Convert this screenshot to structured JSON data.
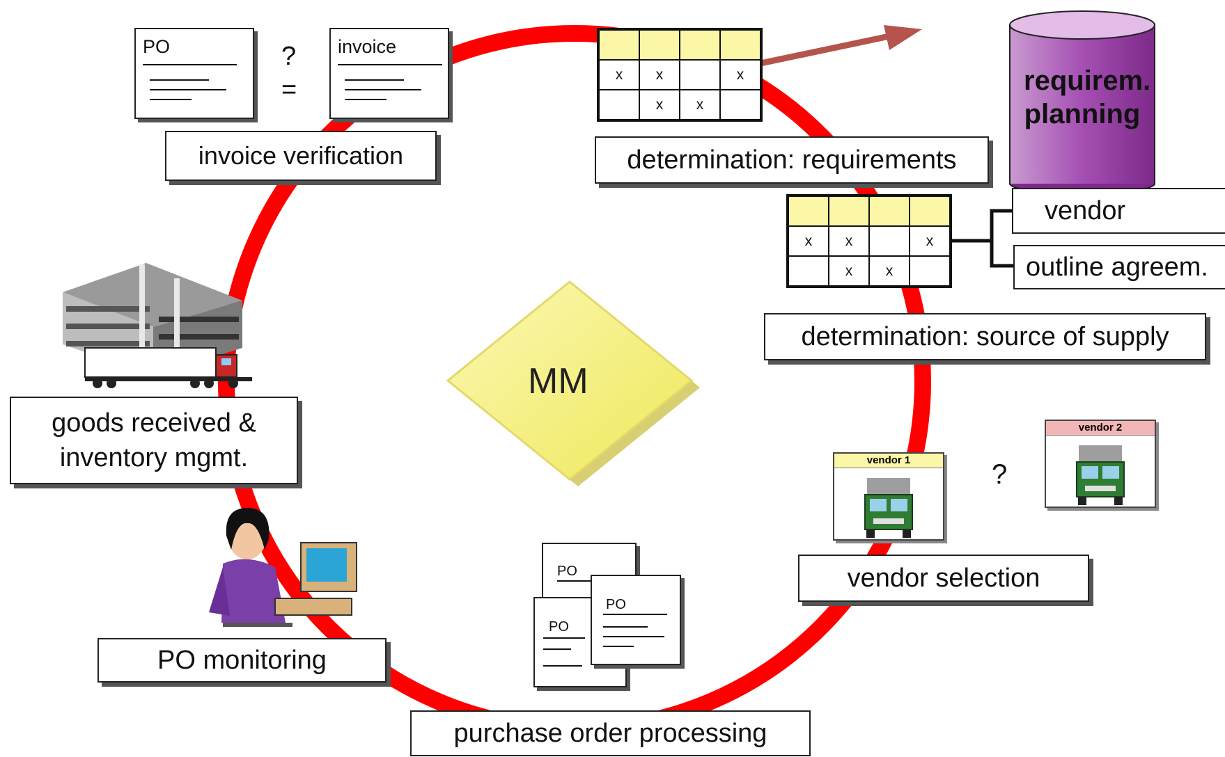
{
  "center": {
    "label": "MM"
  },
  "labels": {
    "invoice_verification": "invoice verification",
    "determination_requirements": "determination:  requirements",
    "vendor": "vendor",
    "outline_agreement": "outline  agreem.",
    "determination_source": "determination:  source of supply",
    "vendor_selection": "vendor  selection",
    "purchase_order_processing": "purchase  order processing",
    "po_monitoring": "PO monitoring",
    "goods_received_line1": "goods received &",
    "goods_received_line2": "inventory  mgmt."
  },
  "database": {
    "line1": "requirem.",
    "line2": "planning"
  },
  "invoice_docs": {
    "po_title": "PO",
    "invoice_title": "invoice",
    "question": "?",
    "equals": "="
  },
  "req_table": {
    "rows": [
      [
        "",
        "",
        "",
        ""
      ],
      [
        "x",
        "x",
        "",
        "x"
      ],
      [
        "",
        "x",
        "x",
        ""
      ]
    ]
  },
  "src_table": {
    "rows": [
      [
        "",
        "",
        "",
        ""
      ],
      [
        "x",
        "x",
        "",
        "x"
      ],
      [
        "",
        "x",
        "x",
        ""
      ]
    ]
  },
  "vendors": {
    "vendor1": "vendor 1",
    "vendor2": "vendor 2",
    "question": "?"
  },
  "po_docs": {
    "titles": [
      "PO",
      "PO",
      "PO"
    ]
  },
  "colors": {
    "cycle": "#ff0000",
    "diamond": "#f5f27a",
    "database": "#b96fc0",
    "arrow": "#b5544d",
    "table_header": "#fbf7a6",
    "truck": "#2e7d32"
  }
}
